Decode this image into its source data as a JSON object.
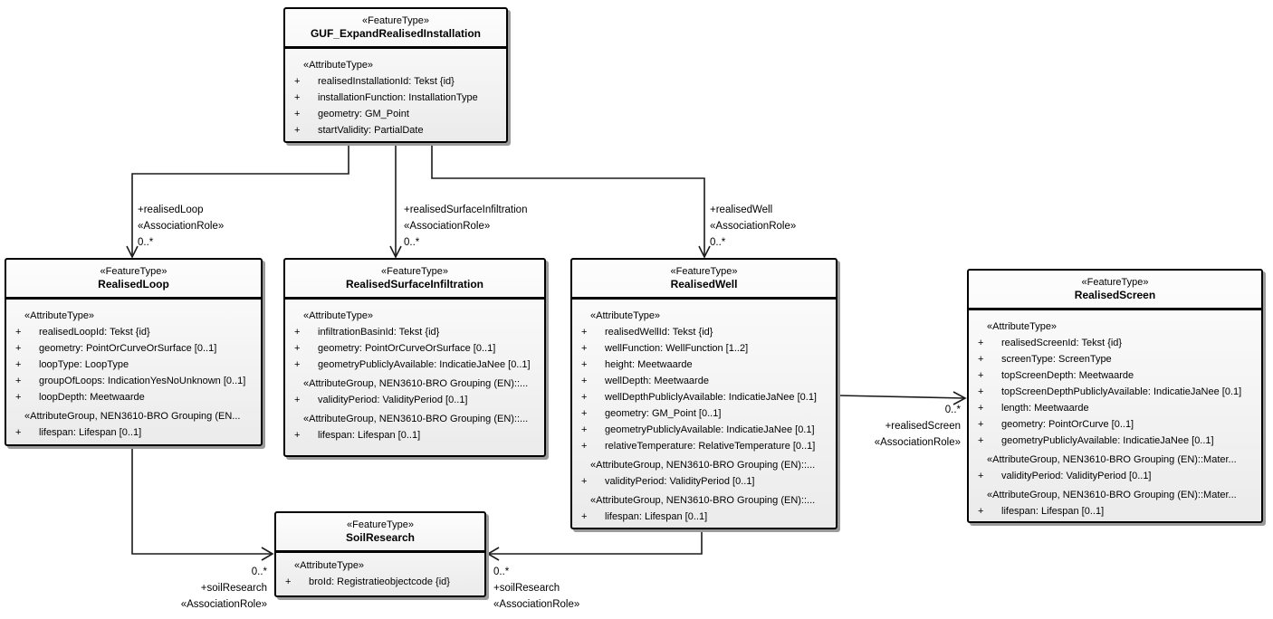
{
  "colors": {
    "box_border": "#000000",
    "box_fill_start": "#fdfdfd",
    "box_fill_end": "#ebebeb",
    "shadow": "#9b9b9b",
    "line": "#1c1c1c",
    "text": "#000000"
  },
  "classes": {
    "guf": {
      "stereotype": "«FeatureType»",
      "name": "GUF_ExpandRealisedInstallation",
      "rows": [
        {
          "s": "«AttributeType»"
        },
        {
          "v": "+",
          "t": "realisedInstallationId: Tekst {id}"
        },
        {
          "v": "+",
          "t": "installationFunction: InstallationType"
        },
        {
          "v": "+",
          "t": "geometry: GM_Point"
        },
        {
          "v": "+",
          "t": "startValidity: PartialDate"
        }
      ]
    },
    "realised_loop": {
      "stereotype": "«FeatureType»",
      "name": "RealisedLoop",
      "rows": [
        {
          "s": "«AttributeType»"
        },
        {
          "v": "+",
          "t": "realisedLoopId: Tekst {id}"
        },
        {
          "v": "+",
          "t": "geometry: PointOrCurveOrSurface [0..1]"
        },
        {
          "v": "+",
          "t": "loopType: LoopType"
        },
        {
          "v": "+",
          "t": "groupOfLoops: IndicationYesNoUnknown [0..1]"
        },
        {
          "v": "+",
          "t": "loopDepth: Meetwaarde"
        },
        {
          "s": "«AttributeGroup, NEN3610-BRO Grouping (EN...",
          "gap": true
        },
        {
          "v": "+",
          "t": "lifespan: Lifespan [0..1]"
        }
      ]
    },
    "realised_surface_infiltration": {
      "stereotype": "«FeatureType»",
      "name": "RealisedSurfaceInfiltration",
      "rows": [
        {
          "s": "«AttributeType»"
        },
        {
          "v": "+",
          "t": "infiltrationBasinId: Tekst {id}"
        },
        {
          "v": "+",
          "t": "geometry: PointOrCurveOrSurface [0..1]"
        },
        {
          "v": "+",
          "t": "geometryPubliclyAvailable: IndicatieJaNee [0..1]"
        },
        {
          "s": "«AttributeGroup, NEN3610-BRO Grouping (EN)::...",
          "gap": true
        },
        {
          "v": "+",
          "t": "validityPeriod: ValidityPeriod [0..1]"
        },
        {
          "s": "«AttributeGroup, NEN3610-BRO Grouping (EN)::...",
          "gap": true
        },
        {
          "v": "+",
          "t": "lifespan: Lifespan [0..1]"
        }
      ]
    },
    "realised_well": {
      "stereotype": "«FeatureType»",
      "name": "RealisedWell",
      "rows": [
        {
          "s": "«AttributeType»"
        },
        {
          "v": "+",
          "t": "realisedWellId: Tekst {id}"
        },
        {
          "v": "+",
          "t": "wellFunction: WellFunction [1..2]"
        },
        {
          "v": "+",
          "t": "height: Meetwaarde"
        },
        {
          "v": "+",
          "t": "wellDepth: Meetwaarde"
        },
        {
          "v": "+",
          "t": "wellDepthPubliclyAvailable: IndicatieJaNee [0.1]"
        },
        {
          "v": "+",
          "t": "geometry: GM_Point [0..1]"
        },
        {
          "v": "+",
          "t": "geometryPubliclyAvailable: IndicatieJaNee [0.1]"
        },
        {
          "v": "+",
          "t": "relativeTemperature: RelativeTemperature [0..1]"
        },
        {
          "s": "«AttributeGroup, NEN3610-BRO Grouping (EN)::...",
          "gap": true
        },
        {
          "v": "+",
          "t": "validityPeriod: ValidityPeriod [0..1]"
        },
        {
          "s": "«AttributeGroup, NEN3610-BRO Grouping (EN)::...",
          "gap": true
        },
        {
          "v": "+",
          "t": "lifespan: Lifespan [0..1]"
        }
      ]
    },
    "realised_screen": {
      "stereotype": "«FeatureType»",
      "name": "RealisedScreen",
      "rows": [
        {
          "s": "«AttributeType»"
        },
        {
          "v": "+",
          "t": "realisedScreenId: Tekst {id}"
        },
        {
          "v": "+",
          "t": "screenType: ScreenType"
        },
        {
          "v": "+",
          "t": "topScreenDepth: Meetwaarde"
        },
        {
          "v": "+",
          "t": "topScreenDepthPubliclyAvailable: IndicatieJaNee [0.1]"
        },
        {
          "v": "+",
          "t": "length: Meetwaarde"
        },
        {
          "v": "+",
          "t": "geometry: PointOrCurve [0..1]"
        },
        {
          "v": "+",
          "t": "geometryPubliclyAvailable: IndicatieJaNee [0..1]"
        },
        {
          "s": "«AttributeGroup, NEN3610-BRO Grouping (EN)::Mater...",
          "gap": true
        },
        {
          "v": "+",
          "t": "validityPeriod: ValidityPeriod [0..1]"
        },
        {
          "s": "«AttributeGroup, NEN3610-BRO Grouping (EN)::Mater...",
          "gap": true
        },
        {
          "v": "+",
          "t": "lifespan: Lifespan [0..1]"
        }
      ]
    },
    "soil_research": {
      "stereotype": "«FeatureType»",
      "name": "SoilResearch",
      "rows": [
        {
          "s": "«AttributeType»"
        },
        {
          "v": "+",
          "t": "broId: Registratieobjectcode {id}"
        }
      ]
    }
  },
  "associations": {
    "realised_loop": {
      "role": "+realisedLoop",
      "stereotype": "«AssociationRole»",
      "multiplicity": "0..*"
    },
    "realised_surface_infiltration": {
      "role": "+realisedSurfaceInfiltration",
      "stereotype": "«AssociationRole»",
      "multiplicity": "0..*"
    },
    "realised_well": {
      "role": "+realisedWell",
      "stereotype": "«AssociationRole»",
      "multiplicity": "0..*"
    },
    "realised_screen": {
      "multiplicity": "0..*",
      "role": "+realisedScreen",
      "stereotype": "«AssociationRole»"
    },
    "soil_research_left": {
      "multiplicity": "0..*",
      "role": "+soilResearch",
      "stereotype": "«AssociationRole»"
    },
    "soil_research_right": {
      "multiplicity": "0..*",
      "role": "+soilResearch",
      "stereotype": "«AssociationRole»"
    }
  }
}
